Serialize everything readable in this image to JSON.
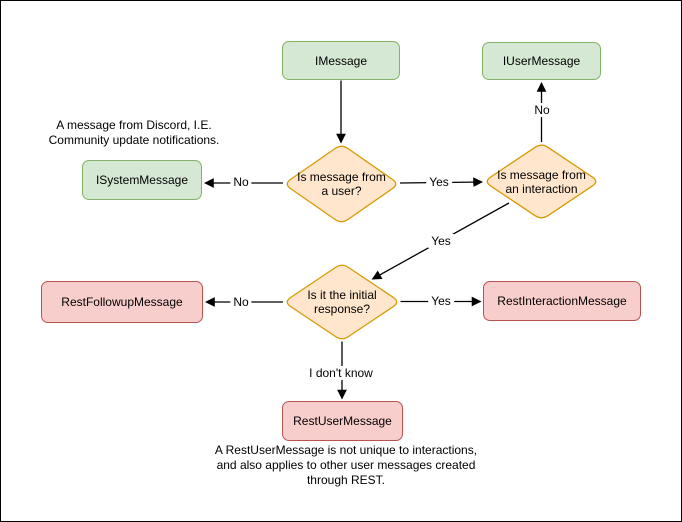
{
  "canvas": {
    "background": "#ffffff",
    "border_color": "#000000"
  },
  "colors": {
    "interface_fill": "#d5e8d4",
    "interface_border": "#82b366",
    "decision_fill": "#ffe6cc",
    "decision_border": "#d79b00",
    "rest_fill": "#f8cecc",
    "rest_border": "#b85450",
    "edge_color": "#000000",
    "text_color": "#000000"
  },
  "nodes": {
    "imessage": {
      "label": "IMessage"
    },
    "iusermessage": {
      "label": "IUserMessage"
    },
    "isystemmessage": {
      "label": "ISystemMessage"
    },
    "restfollowupmessage": {
      "label": "RestFollowupMessage"
    },
    "restinteractionmessage": {
      "label": "RestInteractionMessage"
    },
    "restusermessage": {
      "label": "RestUserMessage"
    }
  },
  "decisions": {
    "from_user": {
      "label": "Is message from a user?",
      "lines": [
        "Is message from",
        "a user?"
      ]
    },
    "from_interaction": {
      "label": "Is message from an interaction",
      "lines": [
        "Is message from",
        "an interaction"
      ]
    },
    "initial_response": {
      "label": "Is it the initial response?",
      "lines": [
        "Is it the initial",
        "response?"
      ]
    }
  },
  "edges": [
    {
      "from": "IMessage",
      "to": "Is message from a user?",
      "label": ""
    },
    {
      "from": "Is message from a user?",
      "to": "ISystemMessage",
      "label": "No"
    },
    {
      "from": "Is message from a user?",
      "to": "Is message from an interaction",
      "label": "Yes"
    },
    {
      "from": "Is message from an interaction",
      "to": "IUserMessage",
      "label": "No"
    },
    {
      "from": "Is message from an interaction",
      "to": "Is it the initial response?",
      "label": "Yes"
    },
    {
      "from": "Is it the initial response?",
      "to": "RestFollowupMessage",
      "label": "No"
    },
    {
      "from": "Is it the initial response?",
      "to": "RestInteractionMessage",
      "label": "Yes"
    },
    {
      "from": "Is it the initial response?",
      "to": "RestUserMessage",
      "label": "I don't know"
    }
  ],
  "notes": {
    "system_note": {
      "lines": [
        "A message from Discord, I.E.",
        "Community update notifications."
      ]
    },
    "rest_note": {
      "lines": [
        "A RestUserMessage is not unique to interactions,",
        "and also applies to other user messages created",
        "through REST."
      ]
    }
  }
}
